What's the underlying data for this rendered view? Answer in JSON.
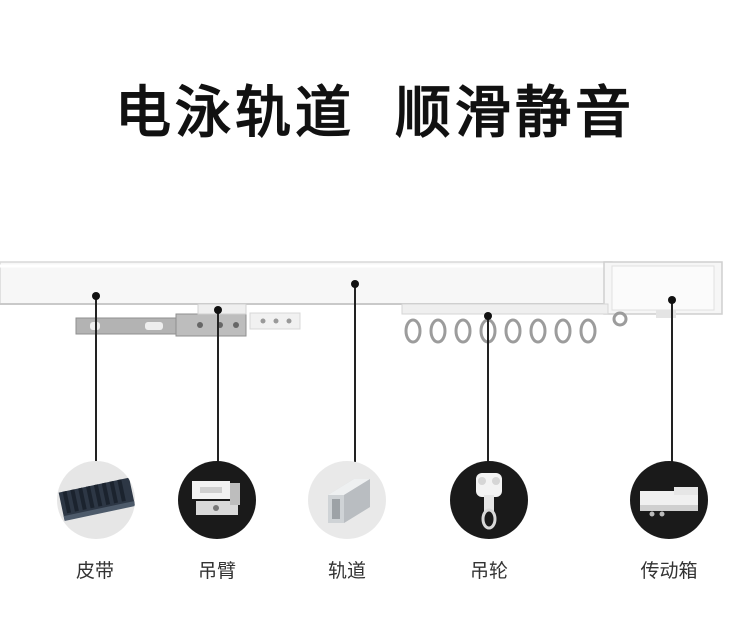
{
  "headline": {
    "part1": "电泳轨道",
    "part2": "顺滑静音"
  },
  "parts": [
    {
      "label": "皮带"
    },
    {
      "label": "吊臂"
    },
    {
      "label": "轨道"
    },
    {
      "label": "吊轮"
    },
    {
      "label": "传动箱"
    }
  ],
  "colors": {
    "rail": "#f7f7f7",
    "rail_edge": "#d6d6d6",
    "dark_circle": "#1a1a1a",
    "light_circle": "#e9e9e9",
    "text": "#111111"
  }
}
